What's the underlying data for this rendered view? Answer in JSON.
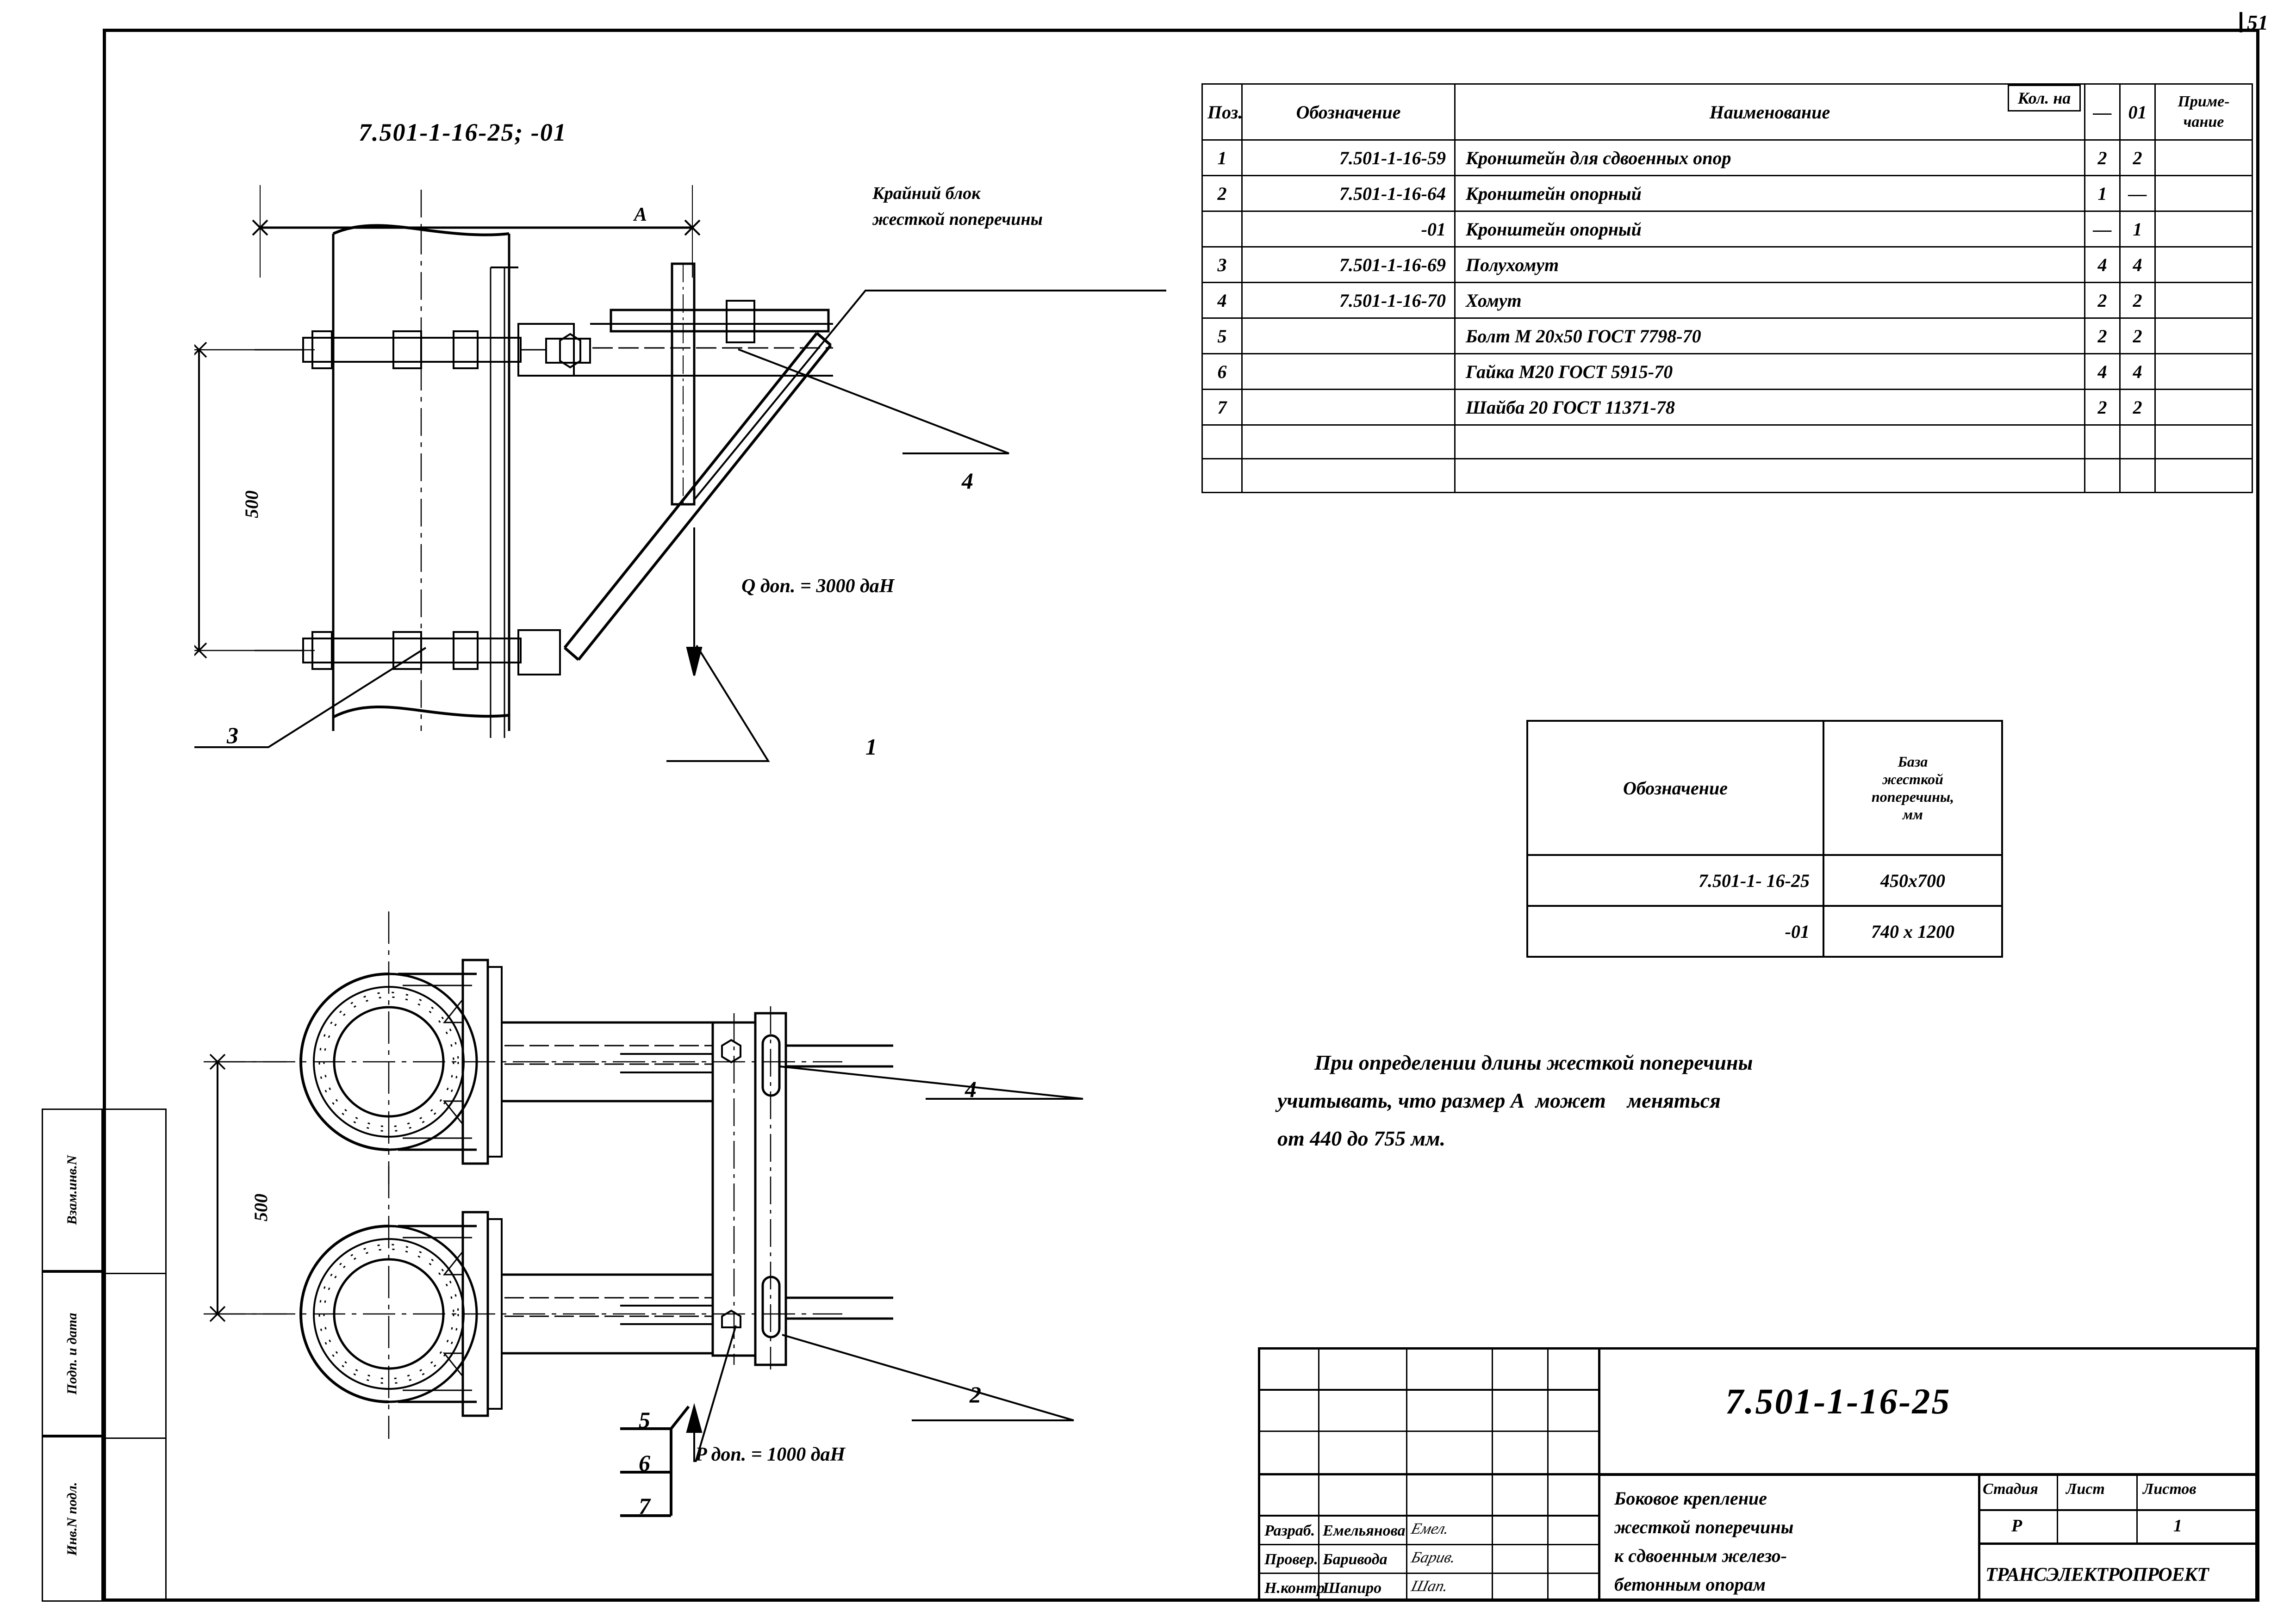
{
  "sheet": {
    "number": "51",
    "drawing_code_top": "7.501-1-16-25; -01"
  },
  "stamp_column": {
    "items": [
      "Взам.инв.N",
      "Подп. и дата",
      "Инв.N подл."
    ]
  },
  "views": {
    "elevation": {
      "dim_A": "A",
      "dim_500": "500",
      "callout_crane": "Крайний   блок\nжесткой поперечины",
      "load_label": "Q доп. = 3000 даН",
      "pos_marks": [
        "3",
        "1",
        "4"
      ]
    },
    "plan": {
      "dim_500": "500",
      "load_label": "P доп. = 1000 даН",
      "pos_marks": [
        "4",
        "2"
      ],
      "pos_stack": [
        "5",
        "6",
        "7"
      ]
    }
  },
  "spec_table": {
    "headers": {
      "pos": "Поз.",
      "designation": "Обозначение",
      "name": "Наименование",
      "qty_group": "Кол. на",
      "qty_base": "—",
      "qty_01": "01",
      "note": "Приме-\nчание",
      "note_l1": "Приме-",
      "note_l2": "чание"
    },
    "rows": [
      {
        "pos": "1",
        "designation": "7.501-1-16-59",
        "name": "Кронштейн для сдвоенных опор",
        "qty_base": "2",
        "qty_01": "2",
        "note": ""
      },
      {
        "pos": "2",
        "designation": "7.501-1-16-64",
        "name": "Кронштейн опорный",
        "qty_base": "1",
        "qty_01": "—",
        "note": ""
      },
      {
        "pos": "",
        "designation": "-01",
        "name": "Кронштейн опорный",
        "qty_base": "—",
        "qty_01": "1",
        "note": ""
      },
      {
        "pos": "3",
        "designation": "7.501-1-16-69",
        "name": "Полухомут",
        "qty_base": "4",
        "qty_01": "4",
        "note": ""
      },
      {
        "pos": "4",
        "designation": "7.501-1-16-70",
        "name": "Хомут",
        "qty_base": "2",
        "qty_01": "2",
        "note": ""
      },
      {
        "pos": "5",
        "designation": "",
        "name": "Болт М 20х50   ГОСТ 7798-70",
        "qty_base": "2",
        "qty_01": "2",
        "note": ""
      },
      {
        "pos": "6",
        "designation": "",
        "name": "Гайка  М20        ГОСТ 5915-70",
        "qty_base": "4",
        "qty_01": "4",
        "note": ""
      },
      {
        "pos": "7",
        "designation": "",
        "name": "Шайба 20        ГОСТ 11371-78",
        "qty_base": "2",
        "qty_01": "2",
        "note": ""
      },
      {
        "pos": "",
        "designation": "",
        "name": "",
        "qty_base": "",
        "qty_01": "",
        "note": ""
      },
      {
        "pos": "",
        "designation": "",
        "name": "",
        "qty_base": "",
        "qty_01": "",
        "note": ""
      }
    ]
  },
  "base_table": {
    "header_designation": "Обозначение",
    "header_base_l1": "База",
    "header_base_l2": "жесткой",
    "header_base_l3": "поперечины,",
    "header_base_l4": "мм",
    "rows": [
      {
        "designation": "7.501-1- 16-25",
        "base": "450х700"
      },
      {
        "designation": "-01",
        "base": "740 х 1200"
      }
    ]
  },
  "note": {
    "line1": "При определении длины жесткой поперечины",
    "line2": "учитывать, что размер А  может    меняться",
    "line3": "от 440 до 755 мм."
  },
  "title_block": {
    "code": "7.501-1-16-25",
    "title_l1": "Боковое крепление",
    "title_l2": "жесткой поперечины",
    "title_l3": "к сдвоенным железо-",
    "title_l4": "бетонным опорам",
    "stage_header": "Стадия",
    "sheet_header": "Лист",
    "sheets_header": "Листов",
    "stage_value": "Р",
    "sheet_value": "",
    "sheets_value": "1",
    "organization": "ТРАНСЭЛЕКТРОПРОЕКТ",
    "roles": [
      {
        "role": "Разраб.",
        "name": "Емельянова",
        "signature": "Емел."
      },
      {
        "role": "Провер.",
        "name": "Баривода",
        "signature": "Барив."
      },
      {
        "role": "Н.контр",
        "name": "Шапиро",
        "signature": "Шап."
      }
    ]
  }
}
